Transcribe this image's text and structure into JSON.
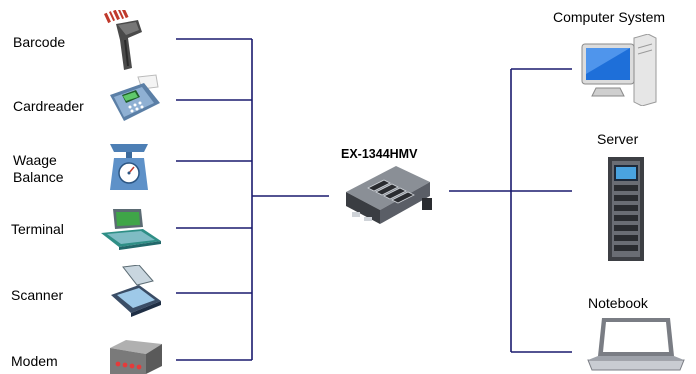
{
  "devices_left": [
    {
      "label": "Barcode",
      "icon": "barcode-scanner-icon"
    },
    {
      "label": "Cardreader",
      "icon": "card-reader-icon"
    },
    {
      "label": "Waage\nBalance",
      "icon": "scale-icon"
    },
    {
      "label": "Terminal",
      "icon": "terminal-icon"
    },
    {
      "label": "Scanner",
      "icon": "flatbed-scanner-icon"
    },
    {
      "label": "Modem",
      "icon": "modem-icon"
    }
  ],
  "hub": {
    "label": "EX-1344HMV",
    "icon": "serial-device-server-icon"
  },
  "devices_right": [
    {
      "label": "Computer System",
      "icon": "computer-icon"
    },
    {
      "label": "Server",
      "icon": "server-rack-icon"
    },
    {
      "label": "Notebook",
      "icon": "notebook-icon"
    }
  ],
  "colors": {
    "line": "#1a1a6e"
  }
}
